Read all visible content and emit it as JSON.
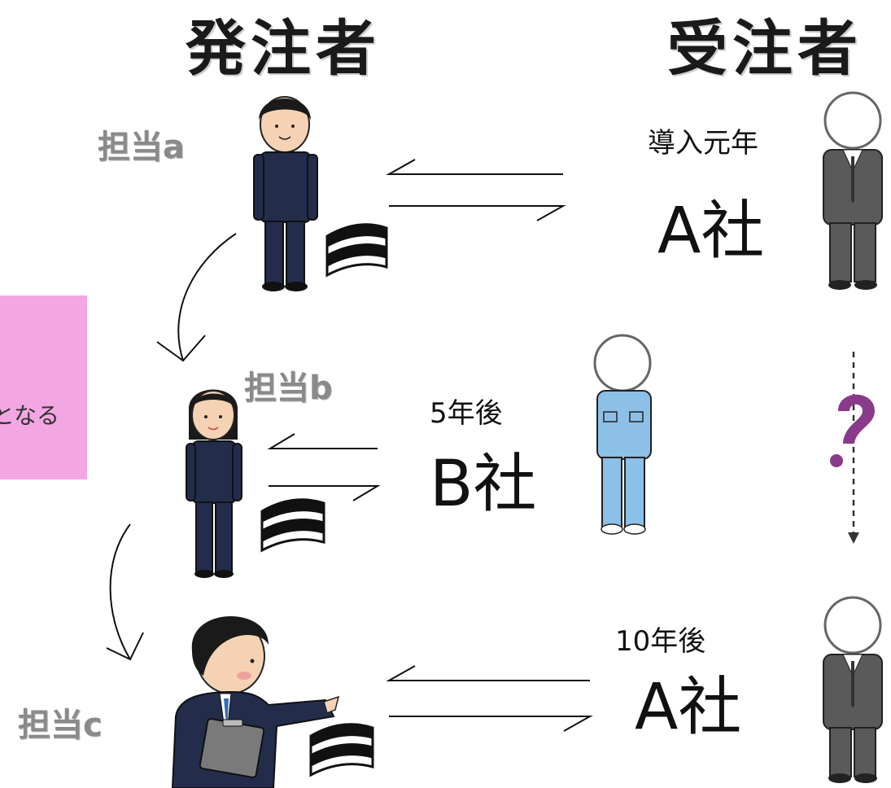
{
  "headings": {
    "orderer": "発注者",
    "contractor": "受注者"
  },
  "staff": {
    "a": "担当a",
    "b": "担当b",
    "c": "担当c"
  },
  "timeline": {
    "year0": "導入元年",
    "year5": "5年後",
    "year10": "10年後"
  },
  "companies": {
    "first": "A社",
    "second": "B社",
    "third": "A社"
  },
  "note": {
    "text": "となる"
  },
  "colors": {
    "navy": "#232d4b",
    "gray_suit": "#5a5a5a",
    "light_blue": "#8cc0e6",
    "pink": "#f2a6e2",
    "purple": "#8a3a8a",
    "skin": "#f5d2b4"
  }
}
